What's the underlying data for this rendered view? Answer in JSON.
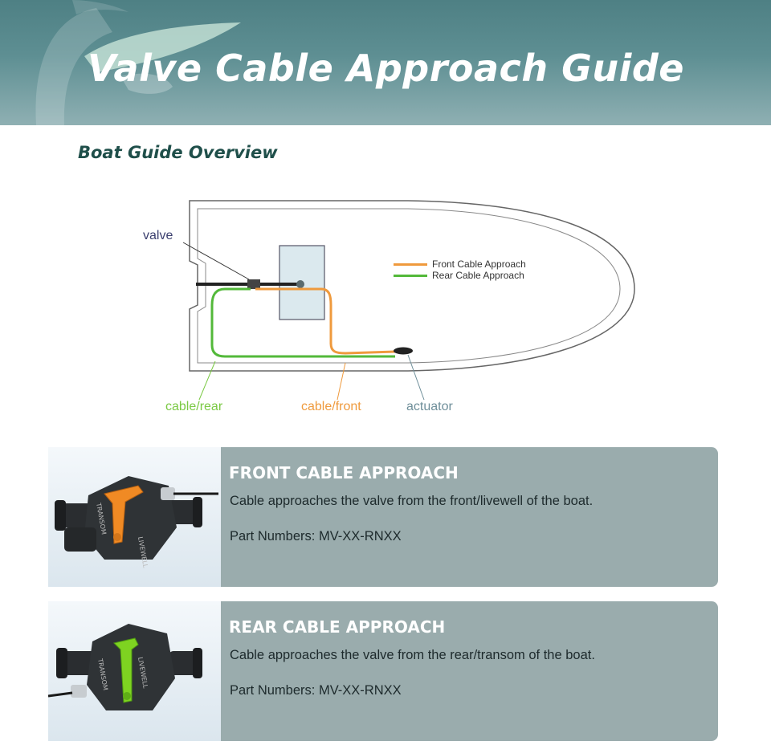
{
  "header": {
    "title": "Valve Cable Approach Guide"
  },
  "overview": {
    "title": "Boat Guide Overview"
  },
  "diagram": {
    "callouts": {
      "valve": "valve",
      "cable_rear": "cable/rear",
      "cable_front": "cable/front",
      "actuator": "actuator"
    },
    "legend": [
      {
        "label": "Front Cable Approach",
        "color": "#ef9a3d"
      },
      {
        "label": "Rear Cable Approach",
        "color": "#53b93a"
      }
    ],
    "colors": {
      "valve_label": "#3b3f6e",
      "cable_rear": "#7ac943",
      "cable_front": "#ef9a3d",
      "actuator": "#6f8f9a"
    }
  },
  "cards": [
    {
      "title": "FRONT CABLE APPROACH",
      "description": "Cable approaches the valve from the front/livewell of the boat.",
      "parts": "Part Numbers: MV-XX-RNXX",
      "lever_color": "#f08a24"
    },
    {
      "title": "REAR CABLE APPROACH",
      "description": "Cable approaches the valve from the rear/transom of the boat.",
      "parts": "Part Numbers: MV-XX-RNXX",
      "lever_color": "#7ed321"
    }
  ]
}
